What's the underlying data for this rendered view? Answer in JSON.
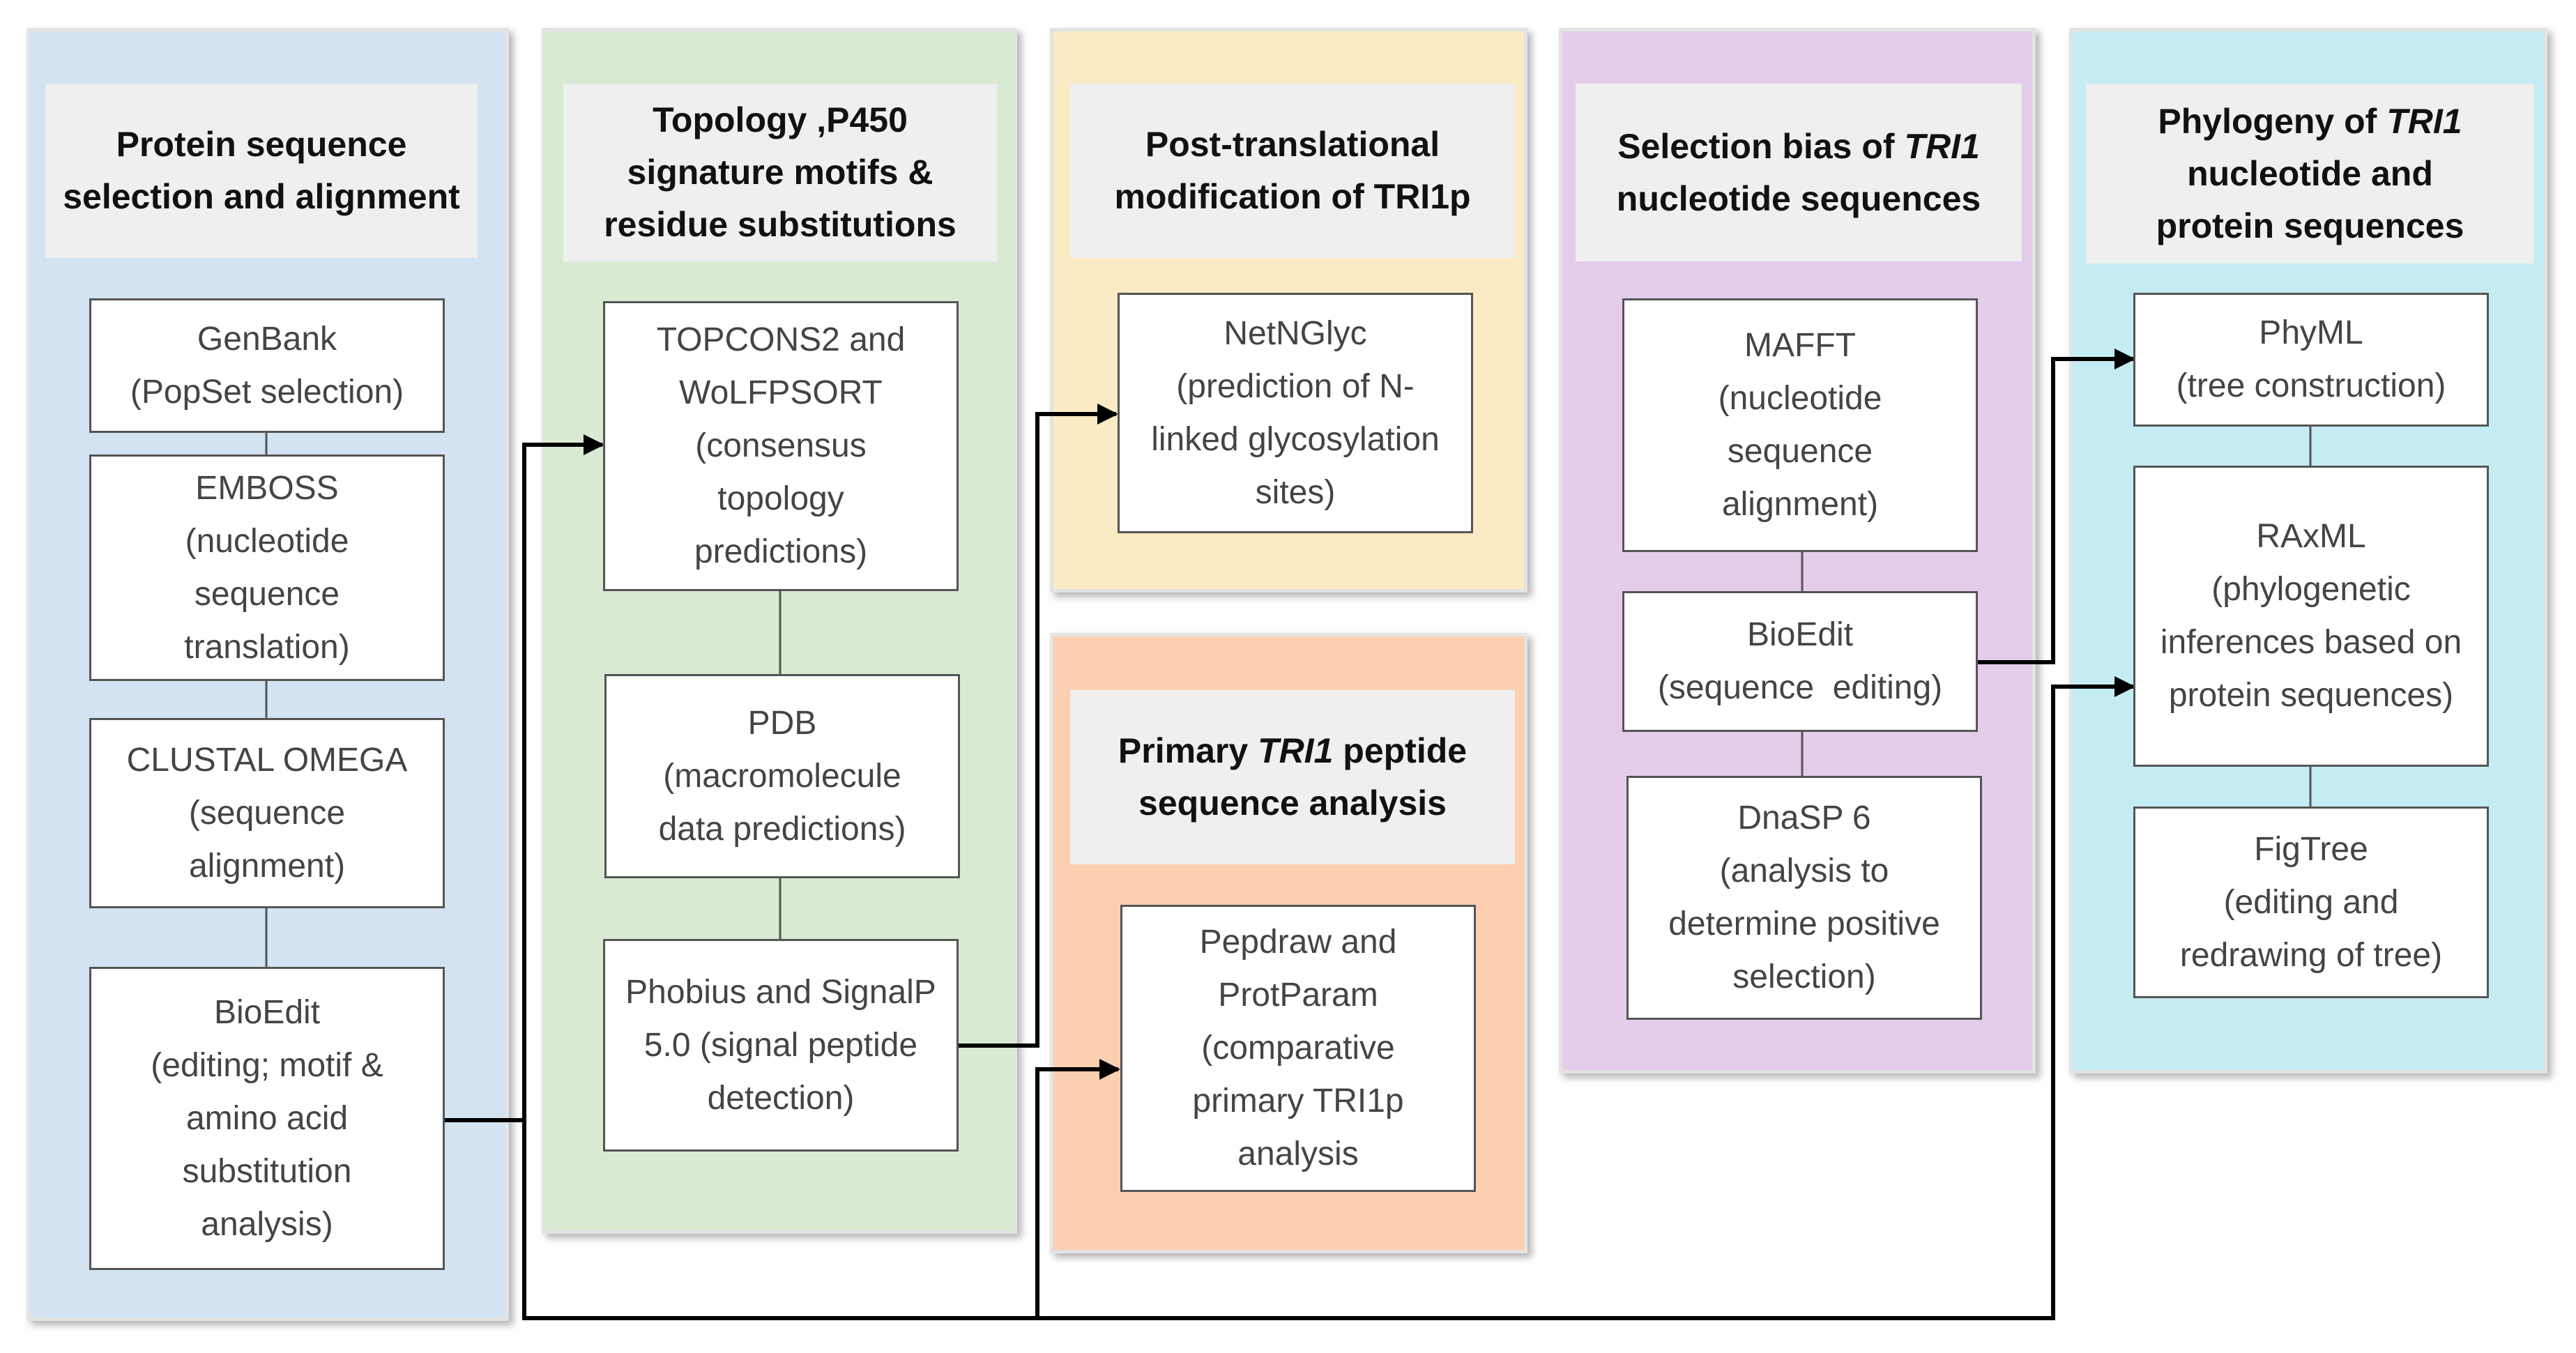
{
  "colors": {
    "blue_panel": "#d3e3f1",
    "green_panel": "#d9ead3",
    "yellow_panel": "#fbebc5",
    "orange_panel": "#fbcfb0",
    "purple_panel": "#e4cdeb",
    "cyan_panel": "#c4ecf3",
    "connector": "#000000"
  },
  "columns": {
    "protein_selection": {
      "header_lines": [
        "Protein sequence",
        "selection and alignment"
      ],
      "boxes": [
        {
          "lines": [
            "GenBank",
            "(PopSet selection)"
          ]
        },
        {
          "lines": [
            "EMBOSS",
            "(nucleotide",
            "sequence",
            "translation)"
          ]
        },
        {
          "lines": [
            "CLUSTAL OMEGA",
            "(sequence",
            "alignment)"
          ]
        },
        {
          "lines": [
            "BioEdit",
            "(editing; motif &",
            "amino acid",
            "substitution",
            "analysis)"
          ]
        }
      ]
    },
    "topology": {
      "header_lines": [
        "Topology ,P450",
        "signature motifs &",
        "residue substitutions"
      ],
      "boxes": [
        {
          "lines": [
            "TOPCONS2 and",
            "WoLFPSORT",
            "(consensus",
            "topology",
            "predictions)"
          ]
        },
        {
          "lines": [
            "PDB",
            "(macromolecule",
            "data predictions)"
          ]
        },
        {
          "lines": [
            "Phobius and SignalP",
            "5.0 (signal peptide",
            "detection)"
          ]
        }
      ]
    },
    "ptm": {
      "header_lines": [
        "Post-translational",
        "modification of TRI1p"
      ],
      "boxes": [
        {
          "lines": [
            "NetNGlyc",
            "(prediction of N-",
            "linked glycosylation",
            "sites)"
          ]
        }
      ]
    },
    "primary": {
      "header_lines": [
        "Primary TRI1 peptide",
        "sequence analysis"
      ],
      "boxes": [
        {
          "lines": [
            "Pepdraw and",
            "ProtParam",
            "(comparative",
            "primary TRI1p",
            "analysis"
          ]
        }
      ]
    },
    "selection_bias": {
      "header_lines": [
        "Selection bias of TRI1",
        "nucleotide sequences"
      ],
      "boxes": [
        {
          "lines": [
            "MAFFT",
            "(nucleotide",
            "sequence",
            "alignment)"
          ]
        },
        {
          "lines": [
            "BioEdit",
            "(sequence  editing)"
          ]
        },
        {
          "lines": [
            "DnaSP 6",
            "(analysis to",
            "determine positive",
            "selection)"
          ]
        }
      ]
    },
    "phylogeny": {
      "header_lines": [
        "Phylogeny of TRI1",
        "nucleotide and",
        "protein sequences"
      ],
      "boxes": [
        {
          "lines": [
            "PhyML",
            "(tree construction)"
          ]
        },
        {
          "lines": [
            "RAxML",
            "(phylogenetic",
            "inferences based on",
            "protein sequences)"
          ]
        },
        {
          "lines": [
            "FigTree",
            "(editing and",
            "redrawing of tree)"
          ]
        }
      ]
    }
  }
}
